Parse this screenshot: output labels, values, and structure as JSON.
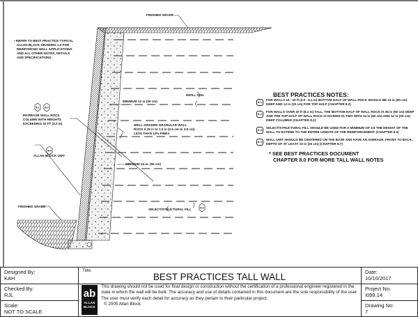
{
  "labels": {
    "finished_grade_top": "FINISHED GRADE",
    "refer_note": [
      "• REFER TO BEST PRACTICE TYPICAL",
      "ALLAN BLOCK DRAWING 1.0 FOR",
      "REINFORCED WALL APPLICATIONS",
      "AND ALL OTHER NOTES, DETAILS",
      "AND SPECIFICATIONS."
    ],
    "infill_soil": "INFILL SOIL",
    "minimum_12": "MINIMUM 12 in (30 cm)",
    "increase_rock": [
      "INCREASE WALL ROCK",
      "COLUMN WITH HEIGHTS",
      "EXCEEDING 10 FT (3.0 m)"
    ],
    "well_graded": [
      "WELL-GRADED GRANULAR WALL",
      "ROCK 0.25 in to 1.5 in (0.6 cm to 3.8 cm)",
      "LESS THAN 10% FINES"
    ],
    "allan_block_unit": "ALLAN BLOCK UNIT",
    "minimum_24": "MINIMUM 24 in. (60 cm)",
    "finished_grade_bottom": "FINISHED GRADE",
    "select_fill": "SELECT/STRUCTURAL FILL",
    "hex_tags": {
      "b1": "8-1",
      "b2": "8-2",
      "b3": "8-3",
      "b4": "8-4"
    }
  },
  "notes": {
    "title": "BEST PRACTICES NOTES:",
    "items": [
      {
        "tag": "8-1",
        "text": "FOR WALLS 10 - 20 ft (3.0 - 6.1 m) BOTTOM HALF OF WALL ROCK SHOULD BE 24 in (60 cm) DEEP AND 12 in (30 cm) FOR TOP HALF (CHAPTER 8.2)"
      },
      {
        "tag": "8-2",
        "text": "FOR WALLS OVER 20 ft (6.1 m) TALL, THE BOTTOM HALF OF WALL ROCK IS 36 in (90 cm) DEEP AND THE TOP HALF OF WALL ROCK IS DIVIDED IN TWO WITH 24 in (60 cm) AND 12 in (30 cm) DEEP COLUMNS (CHAPTER 8.2)"
      },
      {
        "tag": "8-3",
        "text": "SELECT/STRUCTURAL FILL SHOULD BE USED FOR A MINIMUM OF 1/3 THE HEIGHT OF THE WALL TO EXTEND TO THE ENTIRE LENGTH OF THE REINFORCEMENT (CHAPTER 8.3)"
      },
      {
        "tag": "8-4",
        "text": "WALL UNIT SHOULD BE CENTERED ON THE BASE AND HAVE AN AVERAGE, FRONT TO BACK, DEPTH OF AT LEAST 10 in (25 cm) (CHAPTER 8.7)"
      }
    ],
    "see_more": [
      "* SEE BEST PRACTICES DOCUMENT",
      "CHAPTER 8.0 FOR MORE TALL WALL NOTES"
    ]
  },
  "title_block": {
    "designed_by_label": "Designed By:",
    "designed_by": "KAH",
    "checked_by_label": "Checked By:",
    "checked_by": "RJL",
    "scale_label": "Scale:",
    "scale": "NOT TO SCALE",
    "title_label": "Title:",
    "title": "BEST PRACTICES TALL WALL",
    "date_label": "Date:",
    "date": "10/10/2017",
    "project_label": "Project No:",
    "project": "I099.14",
    "drawing_label": "Drawing No:",
    "drawing": "7",
    "disclaimer": "This drawing should not be used for final design or construction without the certification of a professional engineer registered in the state in which the wall will be built.  The accuracy and use of details contained in this document are the sole responsibility of the user.  The user must verify each detail for accuracy as they pertain to their particular project.",
    "copyright": "© 2005 Allan Block",
    "logo": {
      "mark": "ab",
      "name1": "ALLAN",
      "name2": "BLOCK"
    }
  }
}
